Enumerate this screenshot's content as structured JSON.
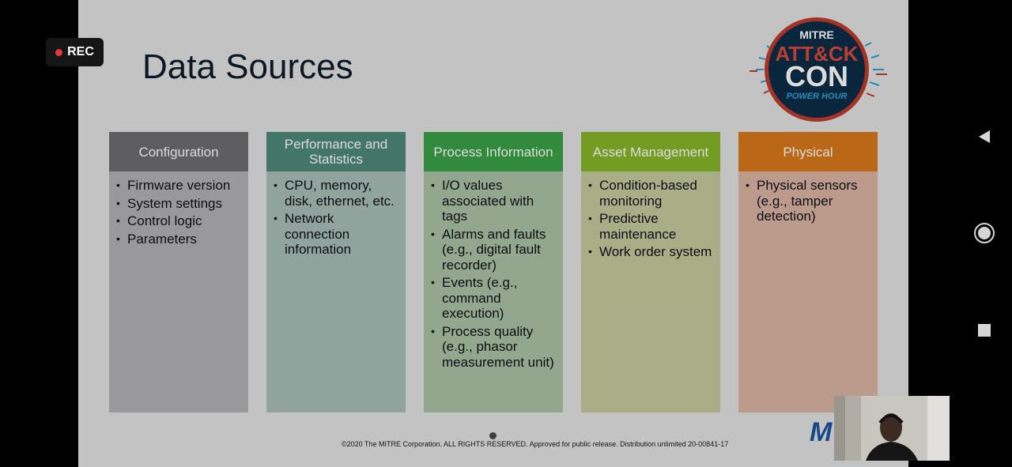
{
  "recording": {
    "label": "REC",
    "dot_color": "#e53935"
  },
  "slide": {
    "title": "Data Sources",
    "logo": {
      "top": "MITRE",
      "mid": "ATT&CK",
      "main": "CON",
      "sub": "POWER HOUR"
    },
    "columns": [
      {
        "header": "Configuration",
        "header_color": "#6e6e72",
        "body_color": "#b3b3b6",
        "items": [
          "Firmware version",
          "System settings",
          "Control logic",
          "Parameters"
        ]
      },
      {
        "header": "Performance and Statistics",
        "header_color": "#4f8a7b",
        "body_color": "#a8beb7",
        "items": [
          "CPU, memory, disk, ethernet, etc.",
          "Network connection information"
        ]
      },
      {
        "header": "Process Information",
        "header_color": "#3ba146",
        "body_color": "#aac3a5",
        "items": [
          "I/O values associated with tags",
          "Alarms and faults (e.g., digital fault recorder)",
          "Events (e.g., command execution)",
          "Process quality (e.g., phasor measurement unit)"
        ]
      },
      {
        "header": "Asset Management",
        "header_color": "#86b728",
        "body_color": "#c5cb9e",
        "items": [
          "Condition-based monitoring",
          "Predictive maintenance",
          "Work order system"
        ]
      },
      {
        "header": "Physical",
        "header_color": "#d97a1b",
        "body_color": "#dcb5a4",
        "items": [
          "Physical sensors (e.g., tamper detection)"
        ]
      }
    ],
    "footer": "©2020 The MITRE Corporation. ALL RIGHTS RESERVED. Approved for public release. Distribution unlimited 20-00841-17",
    "brand_mark": "M"
  },
  "navigation": {
    "back_icon": "back-triangle-icon",
    "home_icon": "home-circle-icon",
    "recents_icon": "recents-square-icon"
  }
}
